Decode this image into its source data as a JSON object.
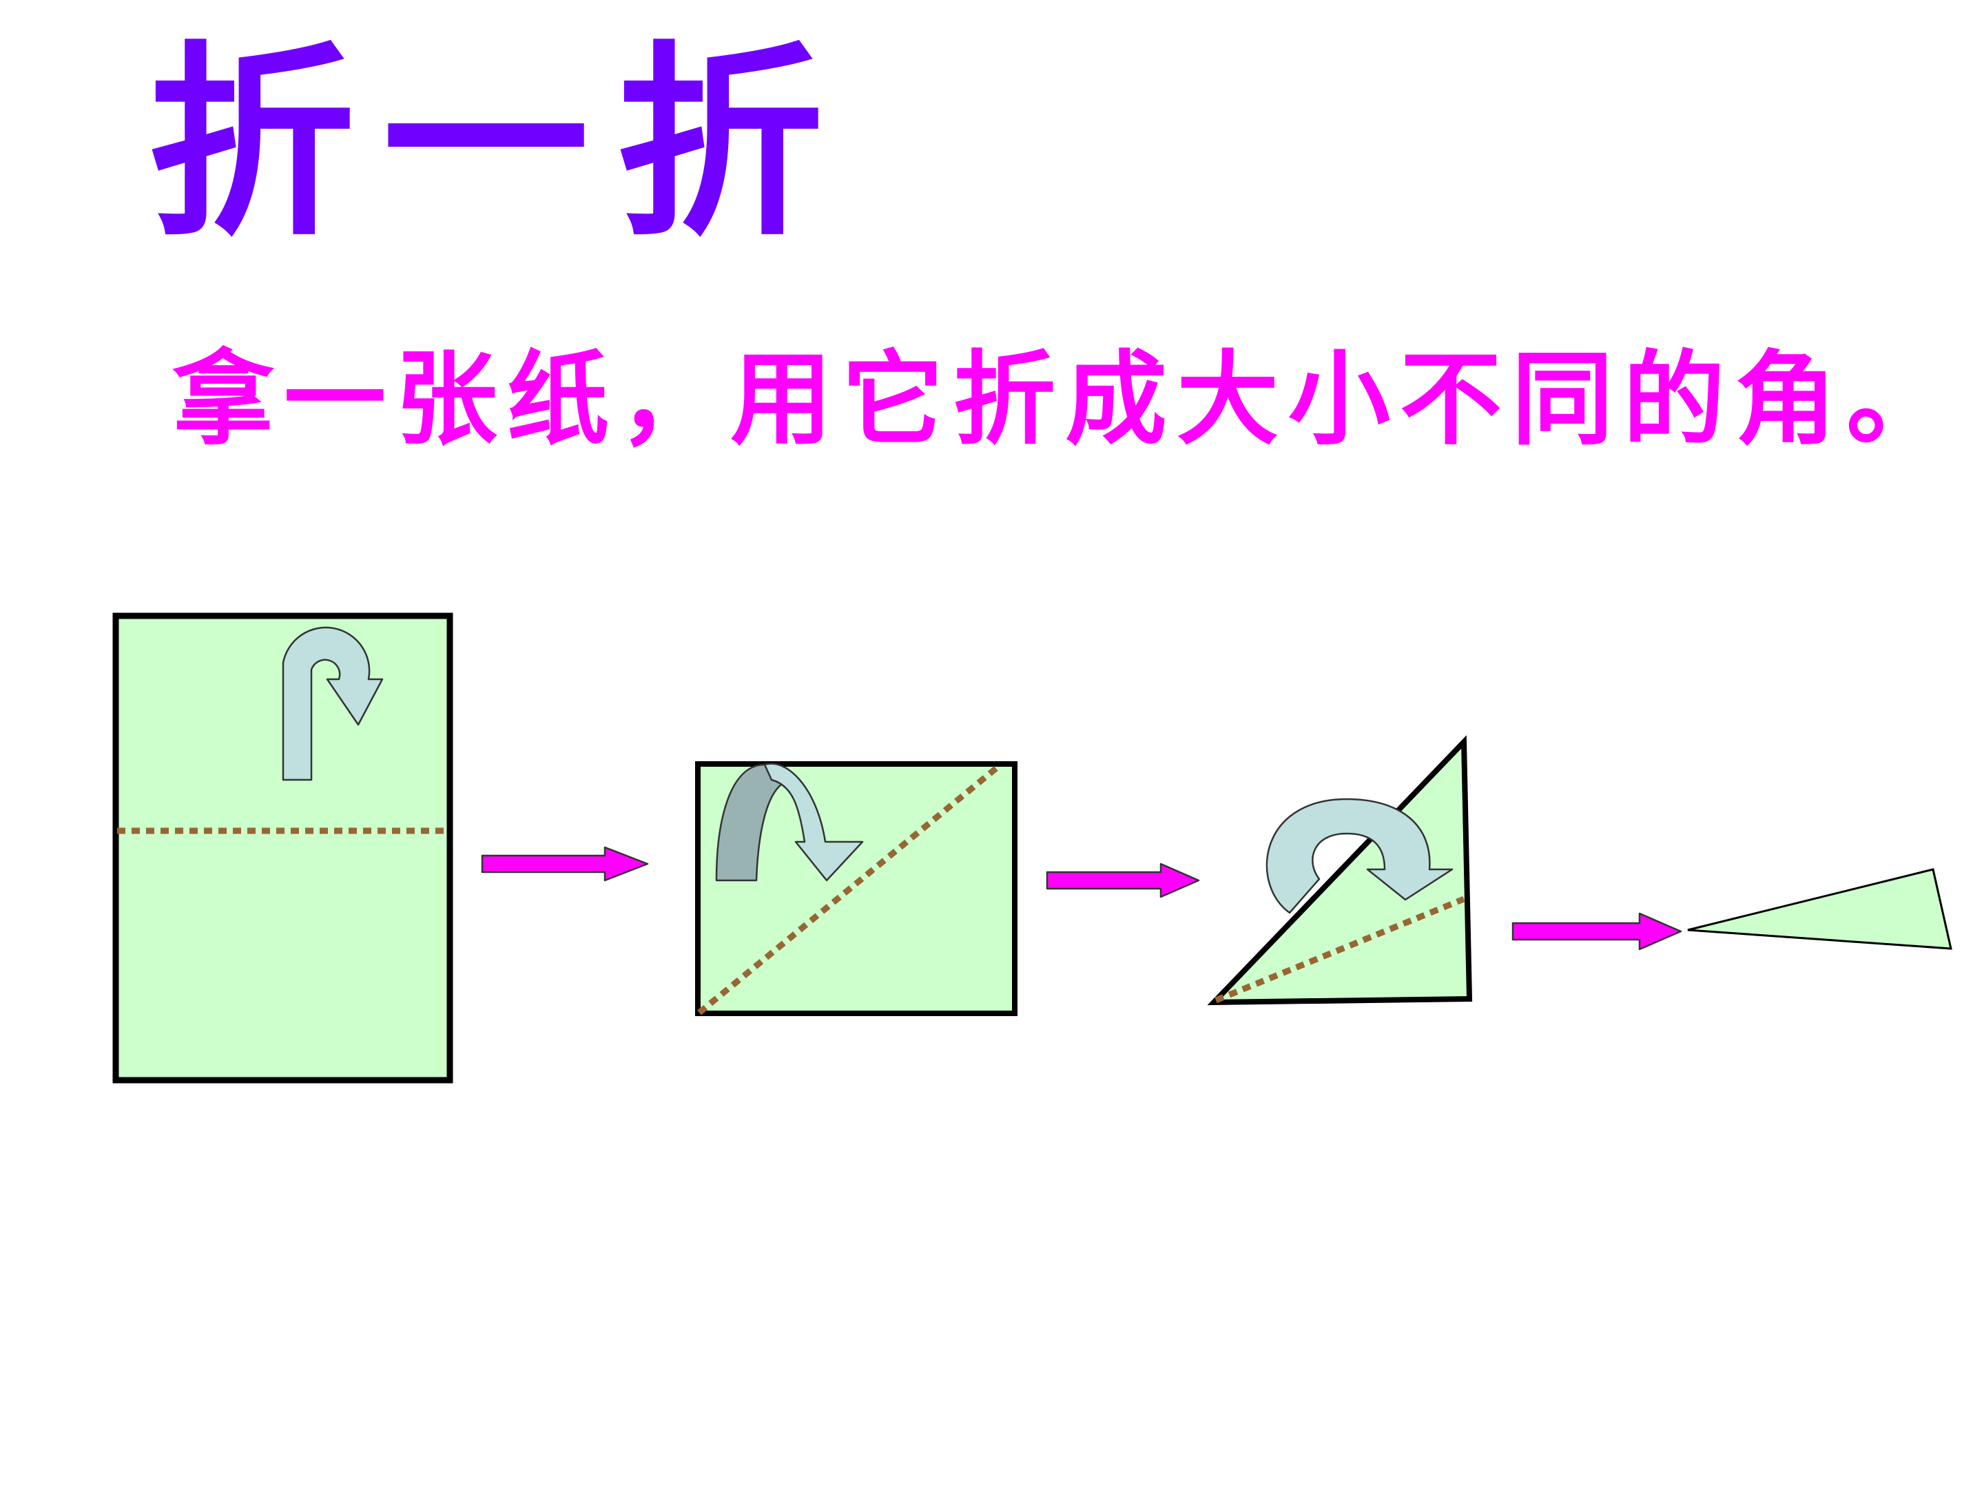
{
  "slide": {
    "title": "折一折",
    "instruction": "拿一张纸，用它折成大小不同的角。"
  },
  "colors": {
    "title": "#7000ff",
    "instruction": "#ff00ff",
    "paper_fill": "#ccffcc",
    "paper_outline": "#000000",
    "fold_line": "#996633",
    "fold_arrow_fill": "#c0e0e0",
    "fold_arrow_shadow": "#99b3b3",
    "step_arrow": "#ff00ff"
  },
  "diagram": {
    "steps": [
      {
        "shape": "rectangle-portrait",
        "fold": "horizontal-middle"
      },
      {
        "shape": "rectangle-landscape",
        "fold": "diagonal"
      },
      {
        "shape": "right-triangle",
        "fold": "angle-bisector"
      },
      {
        "shape": "narrow-triangle",
        "fold": "none"
      }
    ],
    "icons": [
      "curved-fold-arrow-icon",
      "step-arrow-icon"
    ]
  }
}
